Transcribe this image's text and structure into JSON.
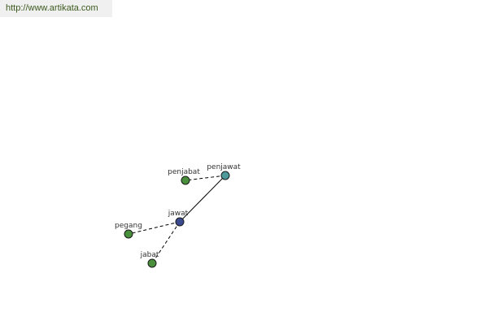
{
  "site": {
    "url_text": "http://www.artikata.com"
  },
  "colors": {
    "center_node": "#3b4a8f",
    "synonym_node": "#4d9a9a",
    "related_node": "#4a8f3c"
  },
  "graph": {
    "nodes": [
      {
        "id": "jawat",
        "label": "jawat",
        "kind": "center"
      },
      {
        "id": "penjawat",
        "label": "penjawat",
        "kind": "synonym"
      },
      {
        "id": "penjabat",
        "label": "penjabat",
        "kind": "related"
      },
      {
        "id": "pegang",
        "label": "pegang",
        "kind": "related"
      },
      {
        "id": "jabat",
        "label": "jabat",
        "kind": "related"
      }
    ],
    "edges": [
      {
        "from": "jawat",
        "to": "penjawat",
        "style": "solid"
      },
      {
        "from": "penjawat",
        "to": "penjabat",
        "style": "dashed"
      },
      {
        "from": "jawat",
        "to": "pegang",
        "style": "dashed"
      },
      {
        "from": "jawat",
        "to": "jabat",
        "style": "dashed"
      }
    ]
  }
}
